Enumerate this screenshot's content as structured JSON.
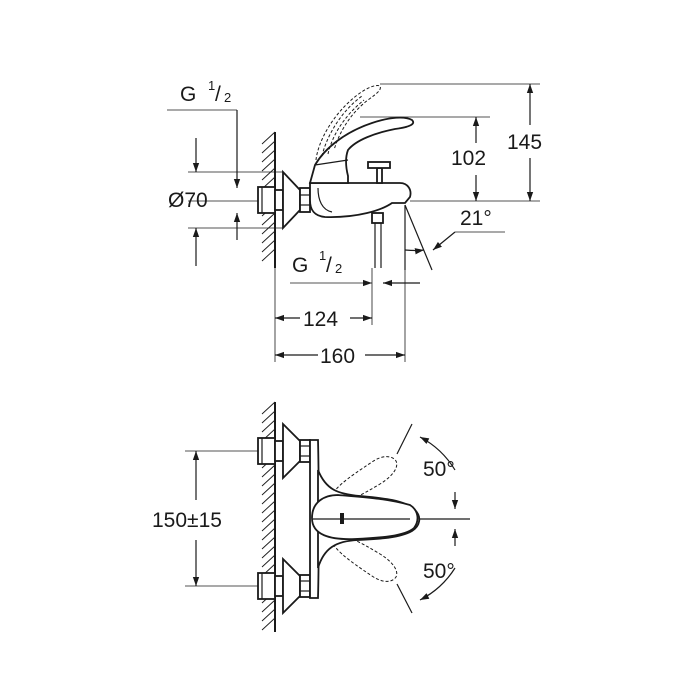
{
  "side_view": {
    "inlet_thread": {
      "base": "G",
      "num": "1",
      "den": "2"
    },
    "outlet_thread": {
      "base": "G",
      "num": "1",
      "den": "2"
    },
    "rosette_diameter": "Ø70",
    "spout_angle": "21°",
    "depth_outlet": "124",
    "depth_total": "160",
    "height_body": "102",
    "height_total": "145"
  },
  "front_view": {
    "centres": "150±15",
    "angle_upper": "50°",
    "angle_lower": "50°"
  }
}
